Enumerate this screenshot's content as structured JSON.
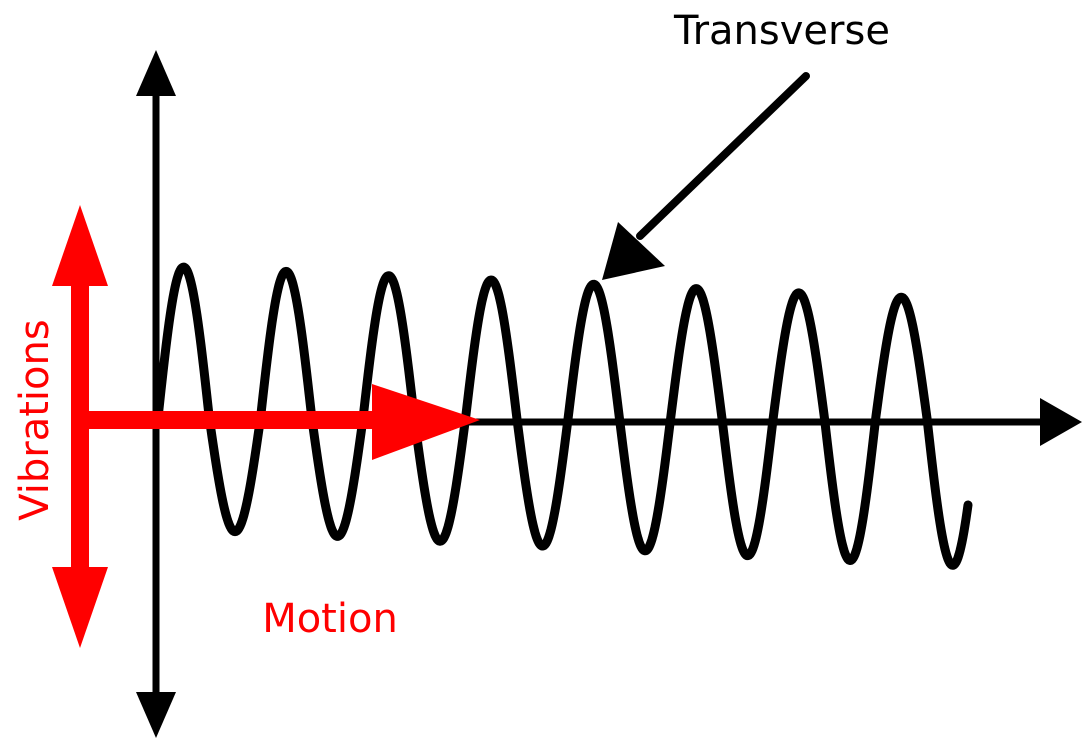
{
  "labels": {
    "transverse": "Transverse",
    "vibrations": "Vibrations",
    "motion": "Motion"
  },
  "colors": {
    "wave": "#000000",
    "axes": "#000000",
    "accent": "#ff0000",
    "background": "#ffffff"
  }
}
